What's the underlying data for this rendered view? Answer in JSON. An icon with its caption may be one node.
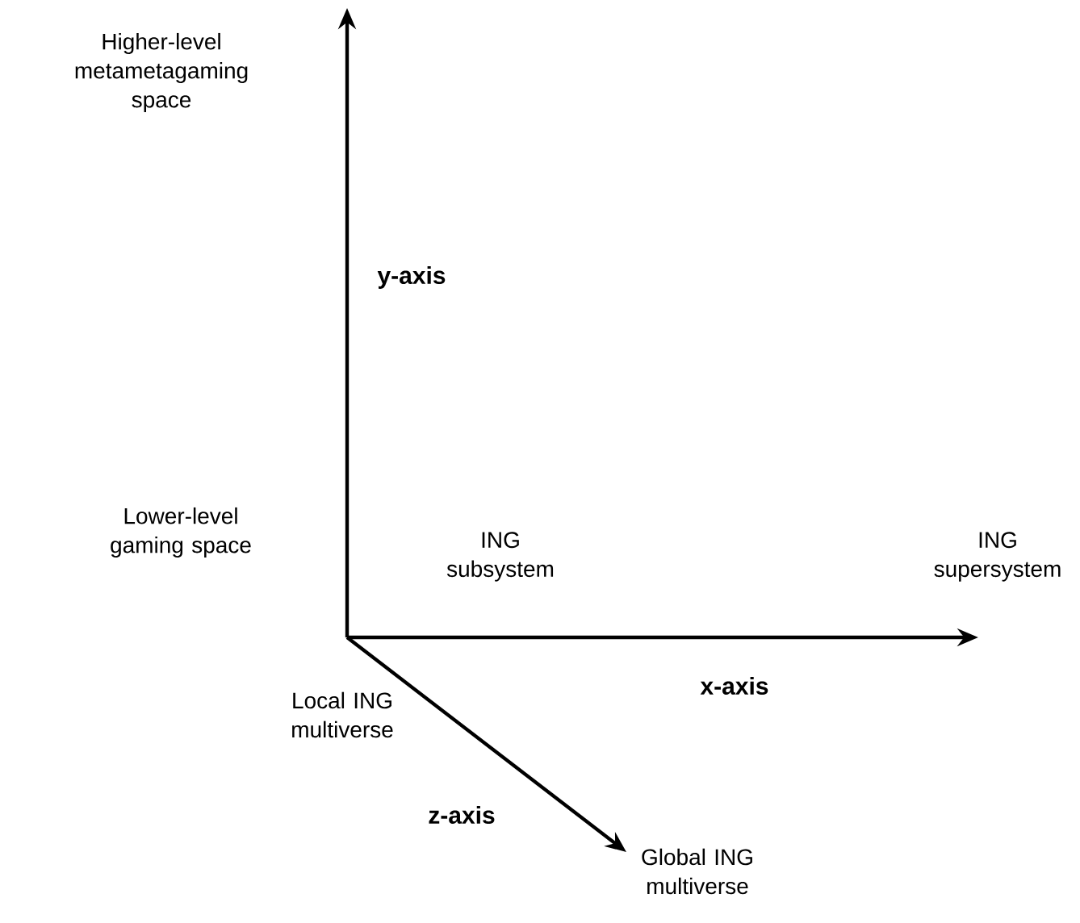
{
  "diagram": {
    "labels": [
      "Higher-level metametagaming space",
      "y-axis",
      "Lower-level gaming space",
      "ING subsystem",
      "ING supersystem",
      "Local ING multiverse",
      "x-axis",
      "z-axis",
      "Global ING multiverse"
    ]
  }
}
